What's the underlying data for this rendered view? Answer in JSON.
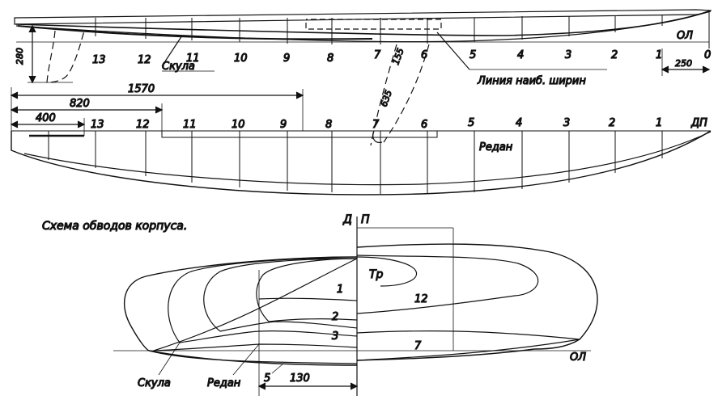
{
  "top_view": {
    "stations": [
      "13",
      "12",
      "11",
      "10",
      "9",
      "8",
      "7",
      "6",
      "5",
      "4",
      "3",
      "2",
      "1",
      "0"
    ],
    "baseline_label": "ОЛ",
    "chine_label": "Скула",
    "max_width_label": "Линия наиб. ширин",
    "dim_280": "280",
    "dim_250": "250",
    "dim_155": "155",
    "dim_635": "635"
  },
  "plan_view": {
    "stations": [
      "13",
      "12",
      "11",
      "10",
      "9",
      "8",
      "7",
      "6",
      "5",
      "4",
      "3",
      "2",
      "1"
    ],
    "centerline_label": "ДП",
    "step_label": "Редан",
    "dim_1570": "1570",
    "dim_820": "820",
    "dim_400": "400"
  },
  "caption": "Схема обводов корпуса.",
  "body_plan": {
    "aft_label": "Д",
    "fwd_label": "П",
    "transom_label": "Тр",
    "section_labels": [
      "1",
      "2",
      "3"
    ],
    "fwd_section_labels": [
      "12",
      "7"
    ],
    "baseline_label": "ОЛ",
    "chine_label": "Скула",
    "step_label": "Редан",
    "station_5": "5",
    "dim_130": "130"
  }
}
